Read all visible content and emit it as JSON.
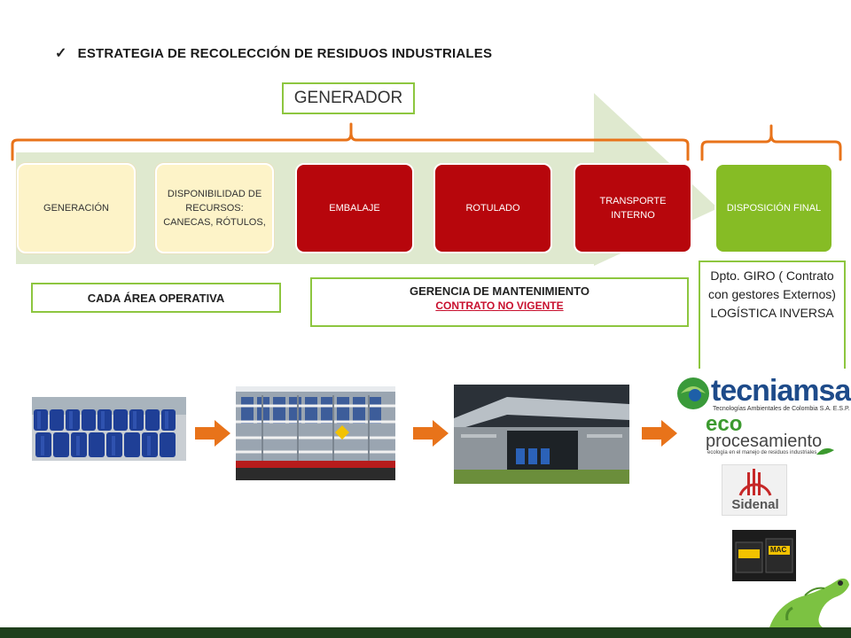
{
  "header": {
    "title": "ESTRATEGIA DE RECOLECCIÓN DE RESIDUOS INDUSTRIALES",
    "check_icon": "checkmark-icon"
  },
  "generador": {
    "label": "GENERADOR"
  },
  "steps": [
    {
      "label": "GENERACIÓN",
      "style": "light"
    },
    {
      "label": "DISPONIBILIDAD DE RECURSOS: CANECAS, RÓTULOS,",
      "style": "light"
    },
    {
      "label": "EMBALAJE",
      "style": "red"
    },
    {
      "label": "ROTULADO",
      "style": "red"
    },
    {
      "label": "TRANSPORTE INTERNO",
      "style": "red"
    },
    {
      "label": "DISPOSICIÓN FINAL",
      "style": "green"
    }
  ],
  "responsables": {
    "area": "CADA ÁREA OPERATIVA",
    "gerencia": "GERENCIA DE MANTENIMIENTO",
    "contrato": "CONTRATO NO VIGENTE",
    "giro": "Dpto. GIRO ( Contrato con gestores Externos) LOGÍSTICA INVERSA"
  },
  "logos": {
    "tecniamsa": "tecniamsa",
    "tecniamsa_sub": "Tecnologías Ambientales de Colombia S.A. E.S.P.",
    "eco": "eco",
    "procesamiento": "procesamiento",
    "eco_sub": "ecología en el manejo de residuos industriales",
    "sidenal": "Sidenal",
    "mac": "MAC"
  },
  "colors": {
    "accent_green": "#8dc63f",
    "red": "#b7060c",
    "orange_bracket": "#e8731a",
    "footer": "#1f3f1c"
  }
}
